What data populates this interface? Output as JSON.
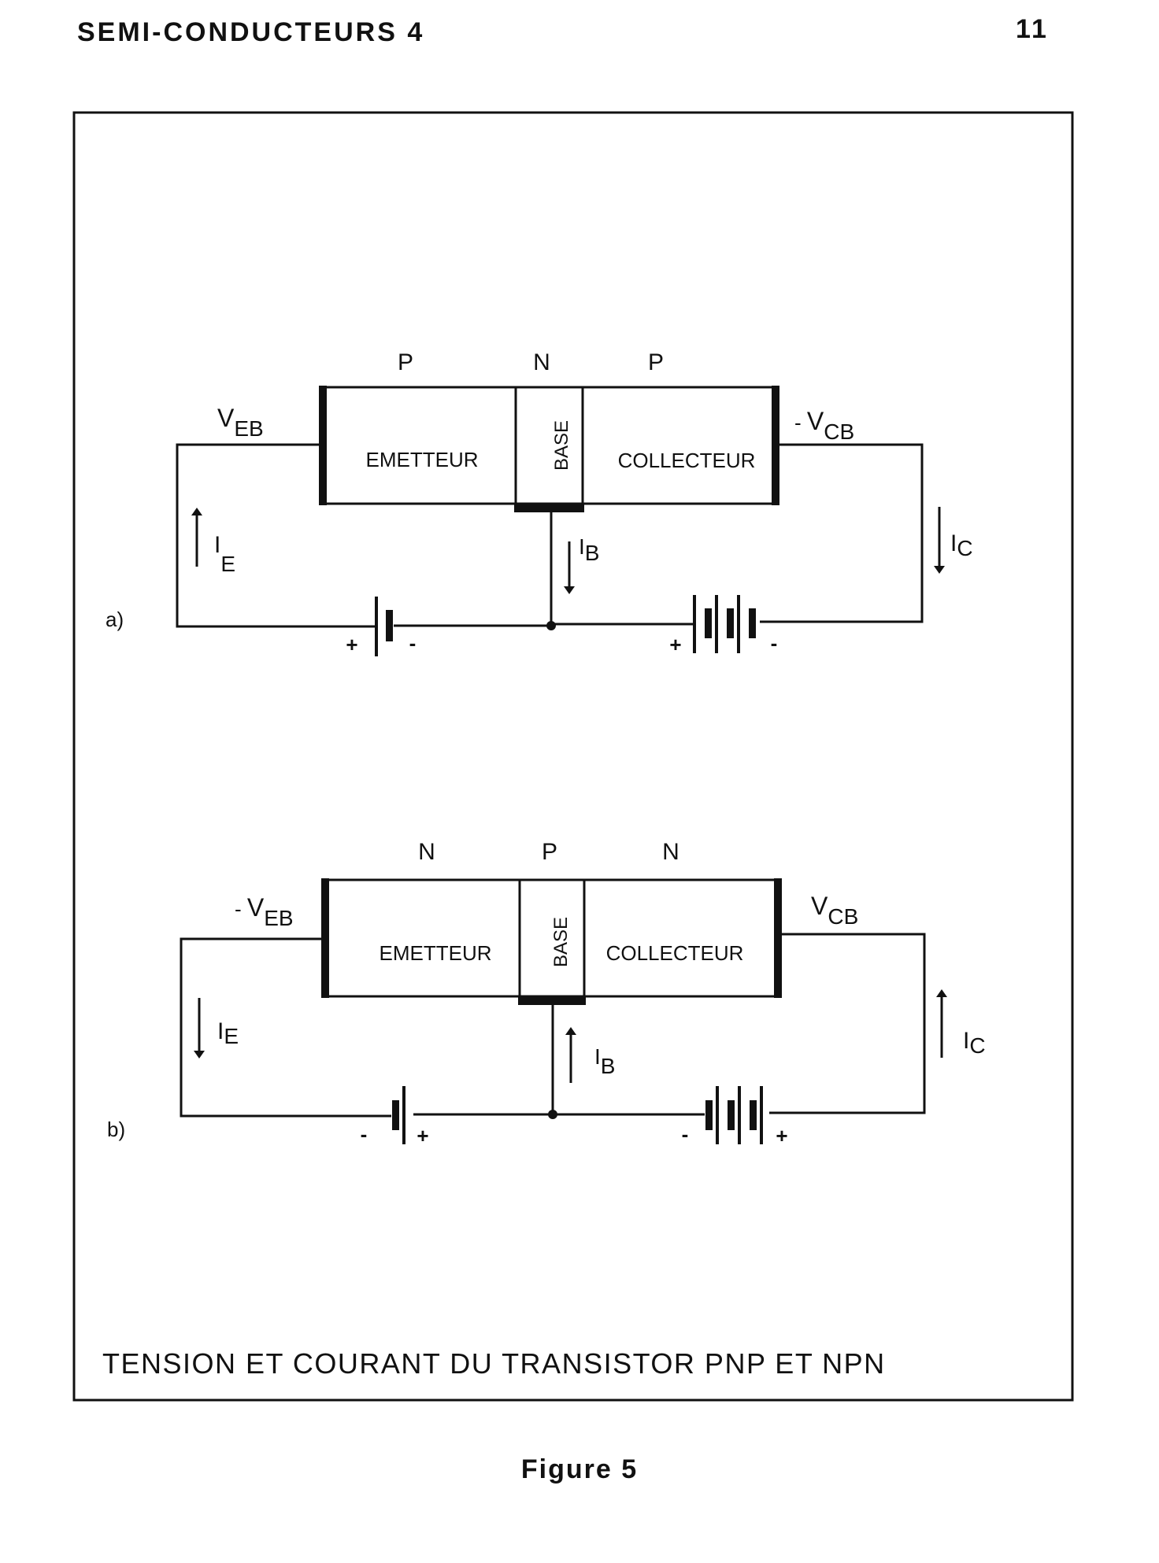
{
  "header": {
    "title": "SEMI-CONDUCTEURS 4",
    "page_number": "11"
  },
  "diagram": {
    "title": "TENSION ET COURANT DU TRANSISTOR PNP ET NPN",
    "panel_a": {
      "label": "a)",
      "type_labels": [
        "P",
        "N",
        "P"
      ],
      "emitter": "EMETTEUR",
      "base": "BASE",
      "collector": "COLLECTEUR",
      "veb_prefix": "",
      "vcb_prefix": "- ",
      "ie": "I",
      "ie_sub": "E",
      "ib": "I",
      "ib_sub": "B",
      "ic": "I",
      "ic_sub": "C",
      "v": "V",
      "veb_sub": "EB",
      "vcb_sub": "CB",
      "bat1_plus": "+",
      "bat1_minus": "-",
      "bat2_plus": "+",
      "bat2_minus": "-"
    },
    "panel_b": {
      "label": "b)",
      "type_labels": [
        "N",
        "P",
        "N"
      ],
      "emitter": "EMETTEUR",
      "base": "BASE",
      "collector": "COLLECTEUR",
      "veb_prefix": "- ",
      "vcb_prefix": "",
      "ie": "I",
      "ie_sub": "E",
      "ib": "I",
      "ib_sub": "B",
      "ic": "I",
      "ic_sub": "C",
      "v": "V",
      "veb_sub": "EB",
      "vcb_sub": "CB",
      "bat1_minus": "-",
      "bat1_plus": "+",
      "bat2_minus": "-",
      "bat2_plus": "+"
    }
  },
  "figure_caption": "Figure 5"
}
